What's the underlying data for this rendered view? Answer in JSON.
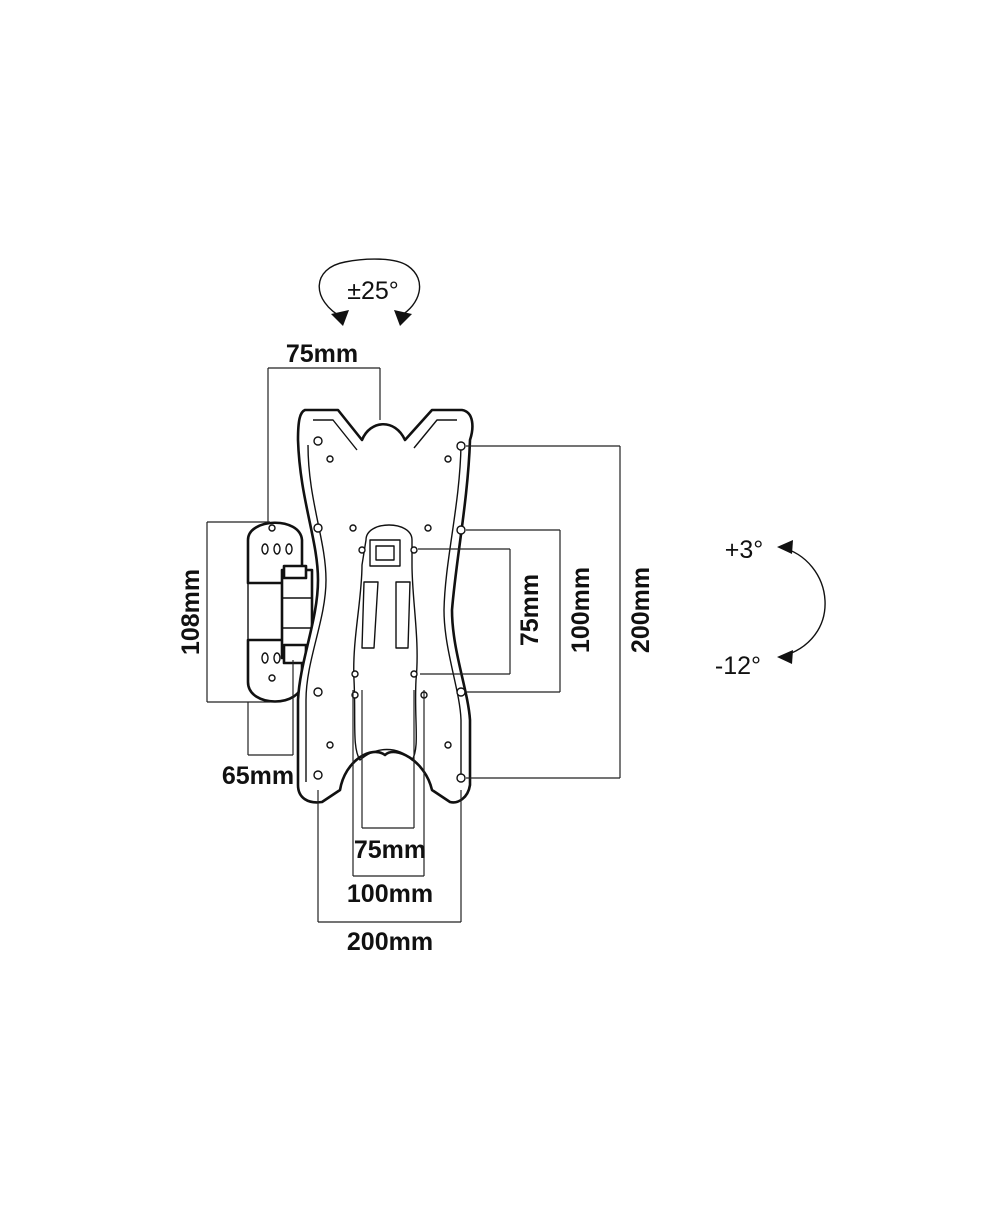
{
  "labels": {
    "swivel": "±25°",
    "tilt_up": "+3°",
    "tilt_down": "-12°",
    "top_width": "75mm",
    "arm_height": "108mm",
    "wall_depth": "65mm",
    "vesa_v_75": "75mm",
    "vesa_v_100": "100mm",
    "vesa_v_200": "200mm",
    "vesa_h_75": "75mm",
    "vesa_h_100": "100mm",
    "vesa_h_200": "200mm"
  }
}
